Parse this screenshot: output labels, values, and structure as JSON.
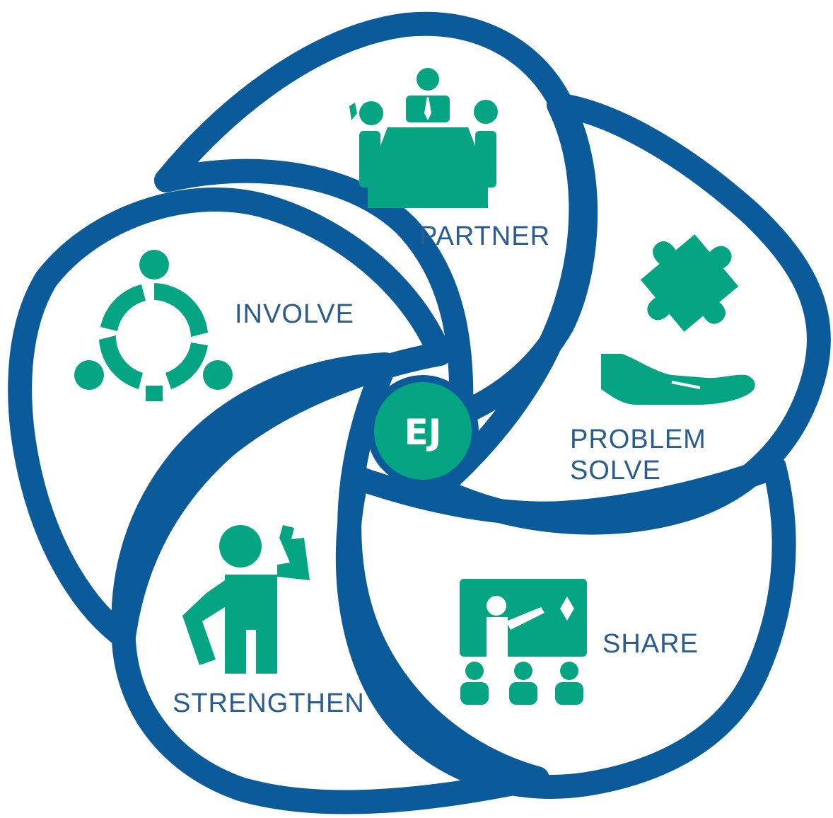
{
  "colors": {
    "outline": "#0b5b9b",
    "icon": "#05a584",
    "label": "#2a5d8f",
    "background": "#ffffff"
  },
  "hub": {
    "text": "EJ"
  },
  "petals": [
    {
      "id": "partner",
      "label_lines": [
        "PARTNER"
      ],
      "icon": "meeting-table-icon"
    },
    {
      "id": "problem-solve",
      "label_lines": [
        "PROBLEM",
        "SOLVE"
      ],
      "icon": "puzzle-hand-icon"
    },
    {
      "id": "share",
      "label_lines": [
        "SHARE"
      ],
      "icon": "presentation-board-icon"
    },
    {
      "id": "strengthen",
      "label_lines": [
        "STRENGTHEN"
      ],
      "icon": "flexing-person-icon"
    },
    {
      "id": "involve",
      "label_lines": [
        "INVOLVE"
      ],
      "icon": "people-circle-icon"
    }
  ]
}
